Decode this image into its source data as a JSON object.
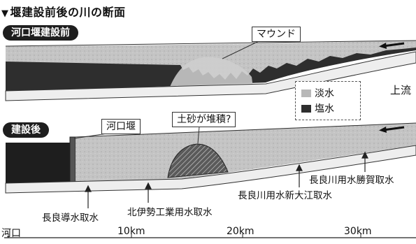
{
  "title": "堰建設前後の川の断面",
  "title_icon": "▼",
  "before": {
    "label": "河口堰建設前",
    "mound_label": "マウンド"
  },
  "after": {
    "label": "建設後",
    "dam_label": "河口堰",
    "sediment_label": "土砂が堆積?"
  },
  "legend": {
    "fresh": "淡水",
    "salt": "塩水",
    "fresh_color": "#b8b8b8",
    "salt_color": "#2e2e2e"
  },
  "upstream_label": "上流",
  "intakes": [
    "長良導水取水",
    "北伊勢工業用水取水",
    "長良川用水新大江取水",
    "長良川用水勝賀取水"
  ],
  "axis": {
    "ticks": [
      "河口",
      "10km",
      "20km",
      "30km"
    ]
  }
}
